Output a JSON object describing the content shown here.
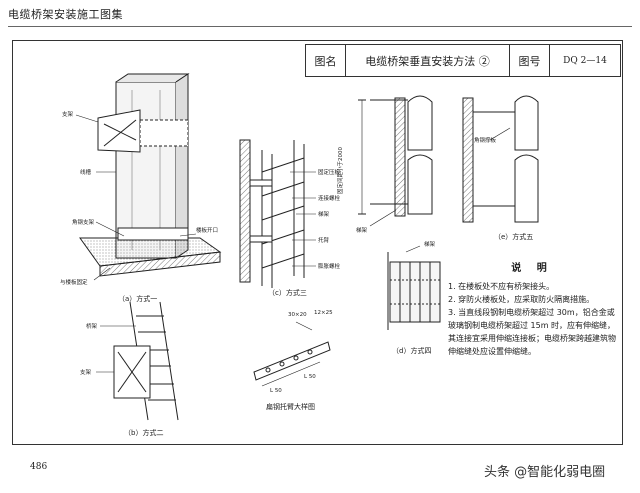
{
  "header": {
    "title": "电缆桥架安装施工图集"
  },
  "title_block": {
    "label_name": "图名",
    "drawing_name": "电缆桥架垂直安装方法 ②",
    "label_no": "图号",
    "drawing_no": "DQ 2—14"
  },
  "figures": {
    "m1": {
      "caption": "（a）方式一",
      "labels": {
        "bracket": "支架",
        "tray": "线槽",
        "angle_bracket": "角钢支架",
        "slab_opening": "楼板开口",
        "fix_with_slab": "与楼板固定"
      }
    },
    "m2": {
      "caption": "（b）方式二",
      "labels": {
        "ladder": "桥架",
        "bracket": "支架"
      }
    },
    "m3": {
      "caption": "（c）方式三",
      "labels": {
        "clamp_plate": "固定压板",
        "connect_bolt": "连接螺栓",
        "ladder": "梯架",
        "support_arm": "托臂",
        "expansion_bolt": "膨胀螺栓"
      }
    },
    "m4": {
      "caption": "（d）方式四",
      "labels": {
        "ladder": "梯架"
      }
    },
    "m5": {
      "caption": "（e）方式五",
      "labels": {
        "angle_support": "角钢撑板",
        "fix_distance": "固定间距小于2000",
        "ladder": "梯架"
      }
    },
    "detail": {
      "caption": "扁钢托臂大样图",
      "dims": {
        "flat": "30×20",
        "hole": "12×25",
        "len1": "L 50",
        "len2": "L 50"
      }
    }
  },
  "notes": {
    "heading": "说 明",
    "items": [
      "1. 在楼板处不应有桥架接头。",
      "2. 穿防火楼板处，应采取防火隔离措施。",
      "3. 当直线段钢制电缆桥架超过 30m，铝合金或玻璃钢制电缆桥架超过 15m 时，应有伸缩缝，其连接宜采用伸缩连接板；电缆桥架跨越建筑物伸缩缝处应设置伸缩缝。"
    ]
  },
  "page_number": "486",
  "watermark": "头条 @智能化弱电圈"
}
